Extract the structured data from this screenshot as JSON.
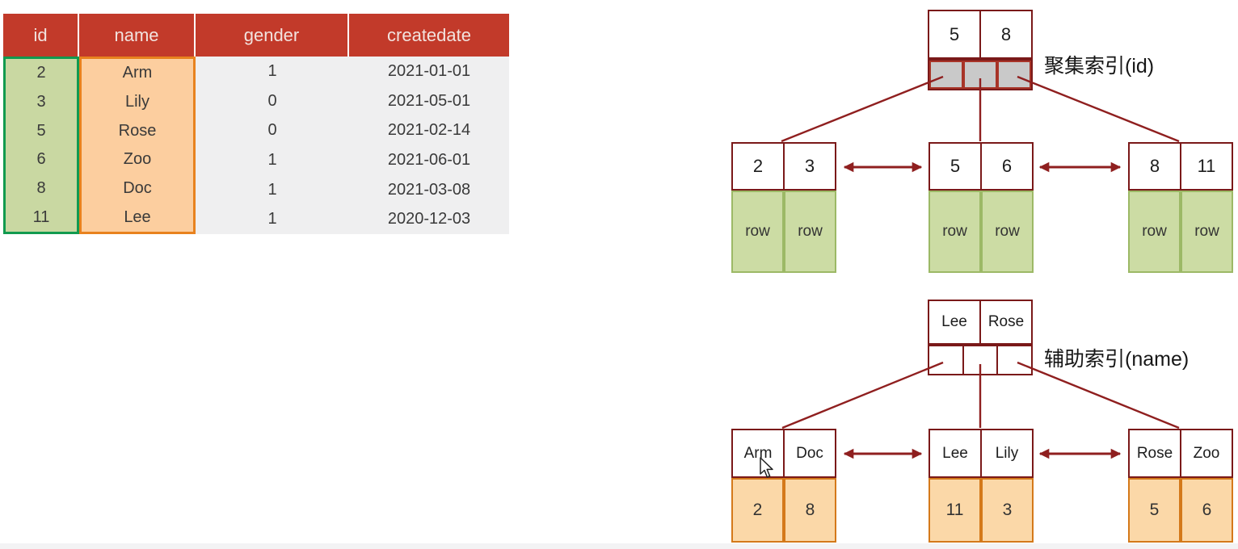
{
  "table": {
    "headers": [
      "id",
      "name",
      "gender",
      "createdate"
    ],
    "rows": [
      [
        "2",
        "Arm",
        "1",
        "2021-01-01"
      ],
      [
        "3",
        "Lily",
        "0",
        "2021-05-01"
      ],
      [
        "5",
        "Rose",
        "0",
        "2021-02-14"
      ],
      [
        "6",
        "Zoo",
        "1",
        "2021-06-01"
      ],
      [
        "8",
        "Doc",
        "1",
        "2021-03-08"
      ],
      [
        "11",
        "Lee",
        "1",
        "2020-12-03"
      ]
    ]
  },
  "clustered_index": {
    "label": "聚集索引(id)",
    "root_keys": [
      "5",
      "8"
    ],
    "leaves": [
      {
        "keys": [
          "2",
          "3"
        ],
        "values": [
          "row",
          "row"
        ]
      },
      {
        "keys": [
          "5",
          "6"
        ],
        "values": [
          "row",
          "row"
        ]
      },
      {
        "keys": [
          "8",
          "11"
        ],
        "values": [
          "row",
          "row"
        ]
      }
    ]
  },
  "secondary_index": {
    "label": "辅助索引(name)",
    "root_keys": [
      "Lee",
      "Rose"
    ],
    "leaves": [
      {
        "keys": [
          "Arm",
          "Doc"
        ],
        "values": [
          "2",
          "8"
        ]
      },
      {
        "keys": [
          "Lee",
          "Lily"
        ],
        "values": [
          "11",
          "3"
        ]
      },
      {
        "keys": [
          "Rose",
          "Zoo"
        ],
        "values": [
          "5",
          "6"
        ]
      }
    ]
  },
  "colors": {
    "header_red": "#c23a2a",
    "table_row_gray": "#efeff0",
    "id_column_fill": "#c9d8a2",
    "id_column_border": "#119a4f",
    "name_column_fill": "#fcce9f",
    "name_column_border": "#e8821e",
    "node_border": "#7a1919",
    "connector_red": "#8f1f1f",
    "pointer_fill_gray": "#c9c9c9",
    "leaf_row_green_fill": "#ccdca4",
    "leaf_row_green_border": "#9cb966",
    "leaf_value_orange_fill": "#fbd8a8",
    "leaf_value_orange_border": "#d4791a"
  }
}
